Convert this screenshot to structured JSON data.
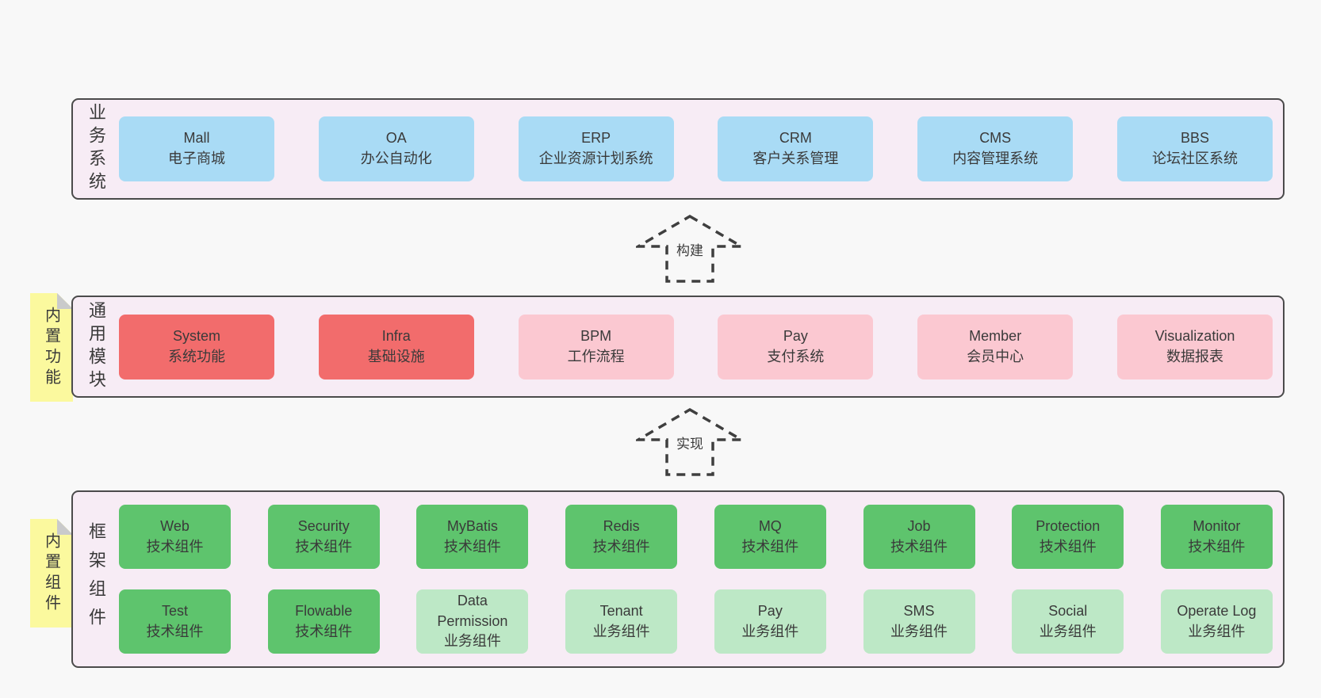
{
  "bands": [
    {
      "label": "业务系统",
      "boxes": [
        {
          "title": "Mall",
          "subtitle": "电子商城"
        },
        {
          "title": "OA",
          "subtitle": "办公自动化"
        },
        {
          "title": "ERP",
          "subtitle": "企业资源计划系统"
        },
        {
          "title": "CRM",
          "subtitle": "客户关系管理"
        },
        {
          "title": "CMS",
          "subtitle": "内容管理系统"
        },
        {
          "title": "BBS",
          "subtitle": "论坛社区系统"
        }
      ]
    },
    {
      "label": "通用模块",
      "tag": "内置功能",
      "boxes": [
        {
          "title": "System",
          "subtitle": "系统功能"
        },
        {
          "title": "Infra",
          "subtitle": "基础设施"
        },
        {
          "title": "BPM",
          "subtitle": "工作流程"
        },
        {
          "title": "Pay",
          "subtitle": "支付系统"
        },
        {
          "title": "Member",
          "subtitle": "会员中心"
        },
        {
          "title": "Visualization",
          "subtitle": "数据报表"
        }
      ]
    },
    {
      "label": "框架组件",
      "tag": "内置组件",
      "rows": [
        [
          {
            "title": "Web",
            "subtitle": "技术组件"
          },
          {
            "title": "Security",
            "subtitle": "技术组件"
          },
          {
            "title": "MyBatis",
            "subtitle": "技术组件"
          },
          {
            "title": "Redis",
            "subtitle": "技术组件"
          },
          {
            "title": "MQ",
            "subtitle": "技术组件"
          },
          {
            "title": "Job",
            "subtitle": "技术组件"
          },
          {
            "title": "Protection",
            "subtitle": "技术组件"
          },
          {
            "title": "Monitor",
            "subtitle": "技术组件"
          }
        ],
        [
          {
            "title": "Test",
            "subtitle": "技术组件"
          },
          {
            "title": "Flowable",
            "subtitle": "技术组件"
          },
          {
            "title": "Data Permission",
            "subtitle": "业务组件"
          },
          {
            "title": "Tenant",
            "subtitle": "业务组件"
          },
          {
            "title": "Pay",
            "subtitle": "业务组件"
          },
          {
            "title": "SMS",
            "subtitle": "业务组件"
          },
          {
            "title": "Social",
            "subtitle": "业务组件"
          },
          {
            "title": "Operate Log",
            "subtitle": "业务组件"
          }
        ]
      ]
    }
  ],
  "arrows": [
    {
      "label": "构建"
    },
    {
      "label": "实现"
    }
  ],
  "colors": {
    "page_bg": "#f8f8f8",
    "band_bg": "#f7ecf5",
    "band_border": "#4b4b4b",
    "blue": "#a9dbf5",
    "red": "#f26c6c",
    "pink": "#fbc8d1",
    "green": "#5ec46d",
    "light_green": "#bde8c6",
    "note_yellow": "#fbf99e",
    "text": "#3a3a3a"
  }
}
